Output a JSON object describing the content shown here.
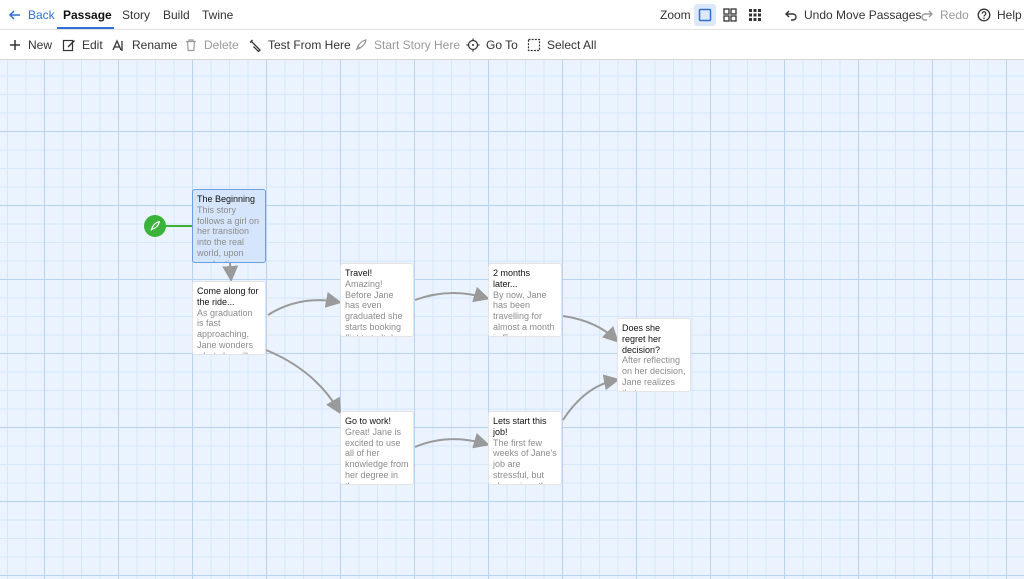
{
  "topbar": {
    "back_label": "Back",
    "tabs": [
      {
        "label": "Passage",
        "active": true
      },
      {
        "label": "Story",
        "active": false
      },
      {
        "label": "Build",
        "active": false
      },
      {
        "label": "Twine",
        "active": false
      }
    ],
    "zoom_label": "Zoom",
    "undo_label": "Undo Move Passages",
    "redo_label": "Redo",
    "help_label": "Help"
  },
  "toolbar": {
    "new_label": "New",
    "edit_label": "Edit",
    "rename_label": "Rename",
    "delete_label": "Delete",
    "test_label": "Test From Here",
    "start_label": "Start Story Here",
    "goto_label": "Go To",
    "select_all_label": "Select All"
  },
  "colors": {
    "accent": "#2f6fd6",
    "start_marker": "#3bb33b",
    "selected_passage": "#d5e5fb"
  },
  "passages": [
    {
      "title": "The Beginning",
      "excerpt": "This story follows a girl on her transition into the real world, upon graduation",
      "selected": true
    },
    {
      "title": "Come along for the ride...",
      "excerpt": "As graduation is fast approaching, Jane wonders what she will",
      "selected": false
    },
    {
      "title": "Travel!",
      "excerpt": "Amazing! Before Jane has even graduated she starts booking flights to Italy",
      "selected": false
    },
    {
      "title": "2 months later...",
      "excerpt": "By now, Jane has been travelling for almost a month in Europe",
      "selected": false
    },
    {
      "title": "Does she regret her decision?",
      "excerpt": "After reflecting on her decision, Jane realizes that",
      "selected": false
    },
    {
      "title": "Go to work!",
      "excerpt": "Great! Jane is excited to use all of her knowledge from her degree in the",
      "selected": false
    },
    {
      "title": "Lets start this job!",
      "excerpt": "The first few weeks of Jane's job are stressful, but she enjoys the",
      "selected": false
    }
  ]
}
